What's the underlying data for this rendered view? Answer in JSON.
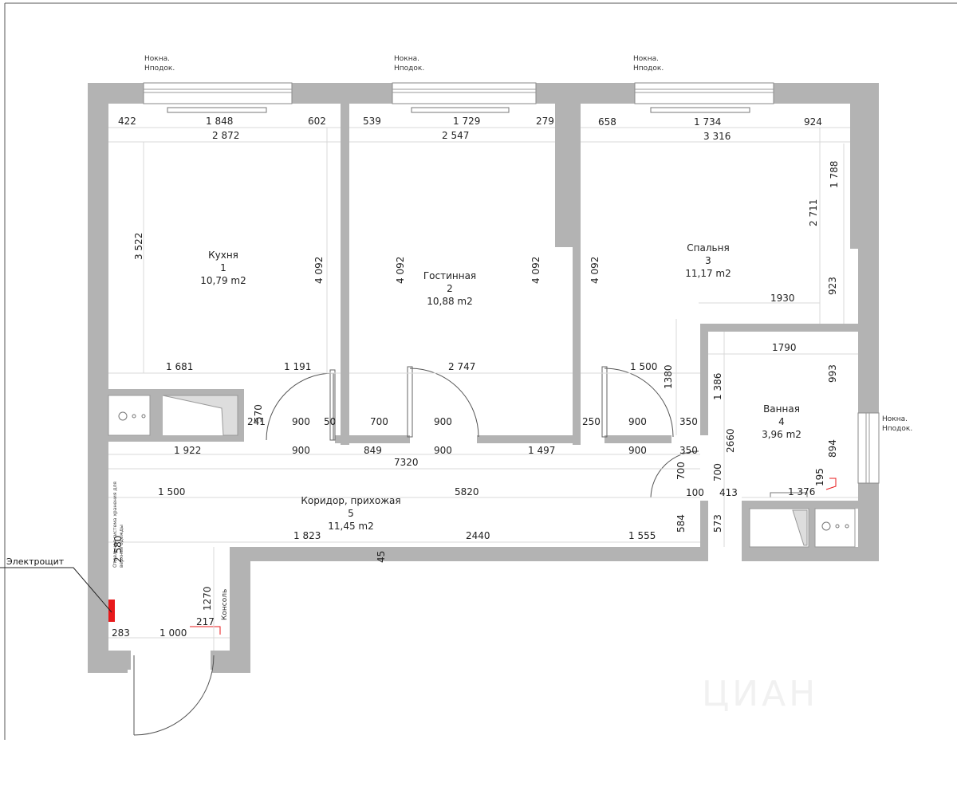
{
  "rooms": [
    {
      "name": "Кухня",
      "number": "1",
      "area": "10,79 m2"
    },
    {
      "name": "Гостинная",
      "number": "2",
      "area": "10,88 m2"
    },
    {
      "name": "Спальня",
      "number": "3",
      "area": "11,17 m2"
    },
    {
      "name": "Ванная",
      "number": "4",
      "area": "3,96 m2"
    },
    {
      "name": "Коридор, прихожая",
      "number": "5",
      "area": "11,45 m2"
    }
  ],
  "window_notes": {
    "line1": "Нокна.",
    "line2": "Нподок."
  },
  "labels": {
    "panel": "Электрощит",
    "console": "Консоль",
    "storage_note_1": "Отдельная система хранения для",
    "storage_note_2": "верхней одежды"
  },
  "watermark": "ЦИАН",
  "colors": {
    "wall": "#b3b3b3",
    "panel": "#e8191b"
  },
  "dimensions": {
    "kitchen_top_left": "422",
    "kitchen_window": "1 848",
    "kitchen_top_right": "602",
    "kitchen_width": "2 872",
    "kitchen_height_left": "3 522",
    "kitchen_height_right": "4 092",
    "kitchen_bottom_left": "1 681",
    "kitchen_bottom_right": "1 191",
    "kitchen_door_gap": "241",
    "kitchen_door_width": "900",
    "kitchen_door_side": "50",
    "kitchen_door_depth": "570",
    "living_top_left": "539",
    "living_window": "1 729",
    "living_top_right": "279",
    "living_width": "2 547",
    "living_height_left": "4 092",
    "living_height_right": "4 092",
    "living_bottom": "2 747",
    "living_door_left": "700",
    "living_door_width": "900",
    "bed_top_left": "658",
    "bed_window": "1 734",
    "bed_top_right": "924",
    "bed_width": "3 316",
    "bed_right_top": "1 788",
    "bed_right_full": "2 711",
    "bed_right_low": "923",
    "bed_inner": "1930",
    "bed_height_left": "4 092",
    "bed_bottom": "1 500",
    "bed_door_offset": "1380",
    "bed_door_left": "250",
    "bed_door_width": "900",
    "bed_door_right": "350",
    "bath_width": "1790",
    "bath_height": "1 386",
    "bath_right": "993",
    "bath_lower_right": "894",
    "bath_inner": "2660",
    "bath_small": "195",
    "bath_bottom_width": "1 376",
    "bath_door": "700",
    "bath_door_right": "413",
    "bath_low_left": "573",
    "corr_low": "584",
    "corr_offset": "100",
    "corr_wall_left": "1 922",
    "corr_door1": "900",
    "corr_wall_mid": "849",
    "corr_door2": "900",
    "corr_wall_right": "1 497",
    "corr_door3": "900",
    "corr_door3_side": "350",
    "corr_total": "7320",
    "corr_left": "1 500",
    "corr_span": "5820",
    "corr_b1": "1 823",
    "corr_b2": "2440",
    "corr_b3": "1 555",
    "corr_depth": "2 580",
    "corr_small_45": "45",
    "corr_entry_left": "283",
    "corr_entry": "1 000",
    "console_width": "217",
    "console_depth": "1270"
  }
}
